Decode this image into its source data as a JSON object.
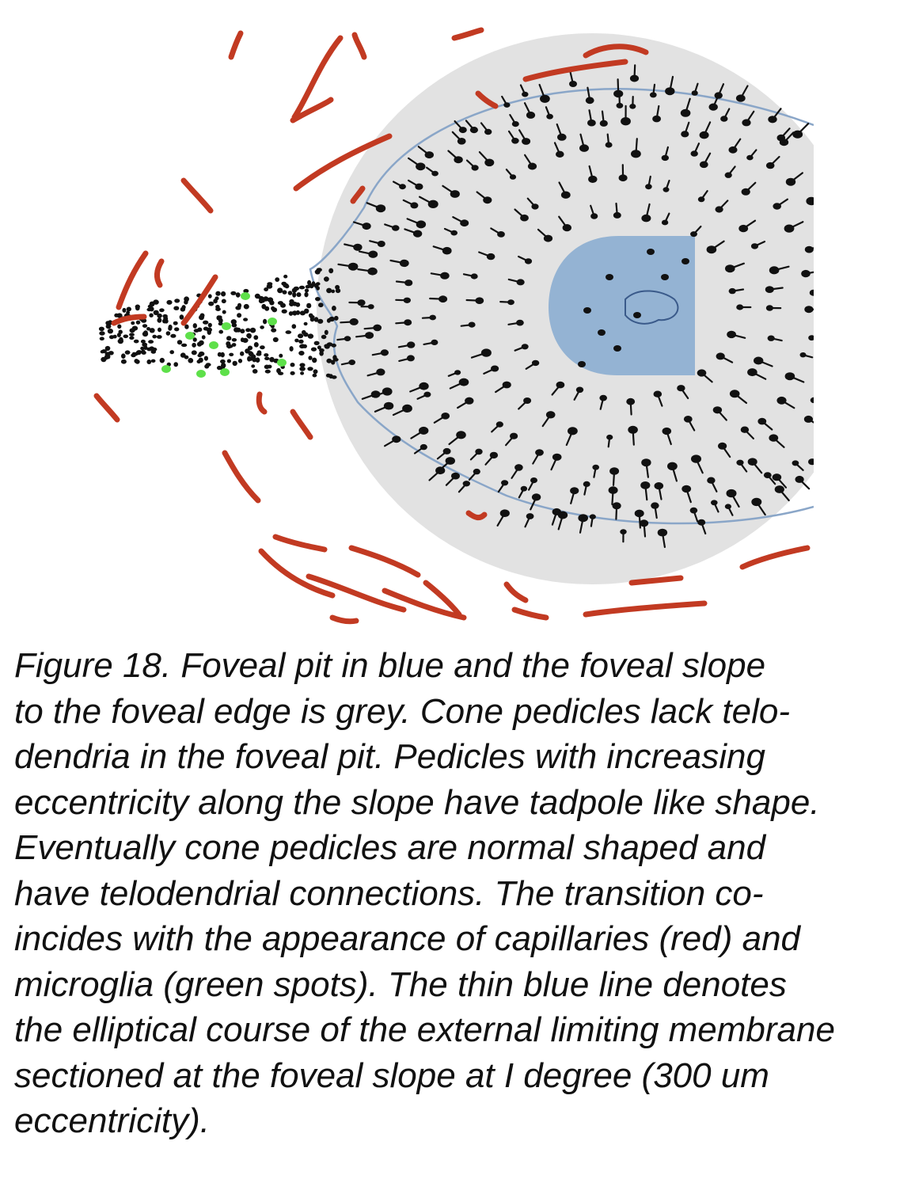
{
  "figure": {
    "caption_lines": [
      "Figure 18.  Foveal pit in blue and the foveal slope",
      "to the foveal edge is grey. Cone pedicles lack telo-",
      "dendria in the foveal pit. Pedicles with increasing",
      "eccentricity along the slope have tadpole like shape.",
      "Eventually cone pedicles are normal shaped and",
      "have telodendrial connections. The transition co-",
      "incides with the appearance of capillaries (red) and",
      "microglia (green spots). The thin blue line denotes",
      "the elliptical course of the external limiting membrane",
      "sectioned at the foveal slope at I degree (300 um",
      "eccentricity)."
    ],
    "colors": {
      "foveal_slope": "#e2e2e2",
      "foveal_pit": "#8fb0d2",
      "limiting_membrane": "#8aa6c8",
      "capillaries": "#c23a22",
      "microglia": "#5ee04a",
      "cone_pedicles": "#111111"
    }
  }
}
